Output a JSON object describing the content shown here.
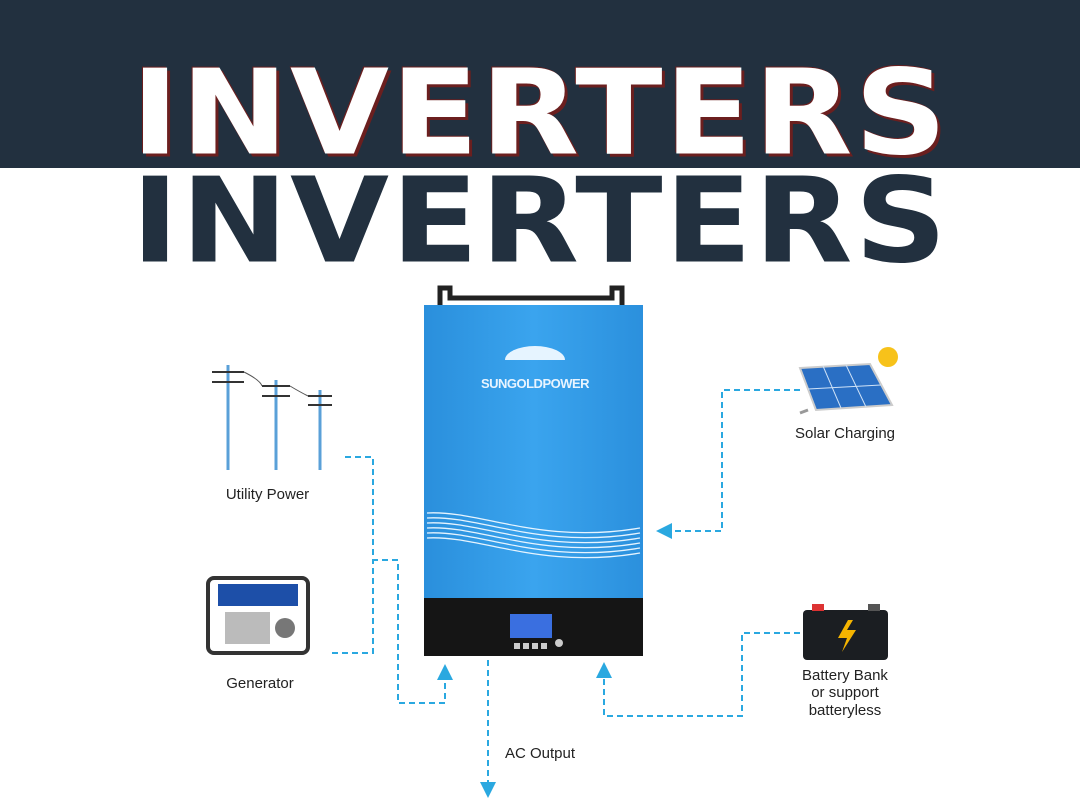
{
  "title": "INVERTERS",
  "title_repeat": "INVERTERS",
  "brand": "SUNGOLDPOWER",
  "labels": {
    "utility": "Utility Power",
    "generator": "Generator",
    "solar": "Solar Charging",
    "battery": "Battery Bank\nor support\nbatteryless",
    "ac_output": "AC Output"
  },
  "colors": {
    "band": "#22303f",
    "inverter": "#2f9be6",
    "line": "#2aa8e0"
  }
}
